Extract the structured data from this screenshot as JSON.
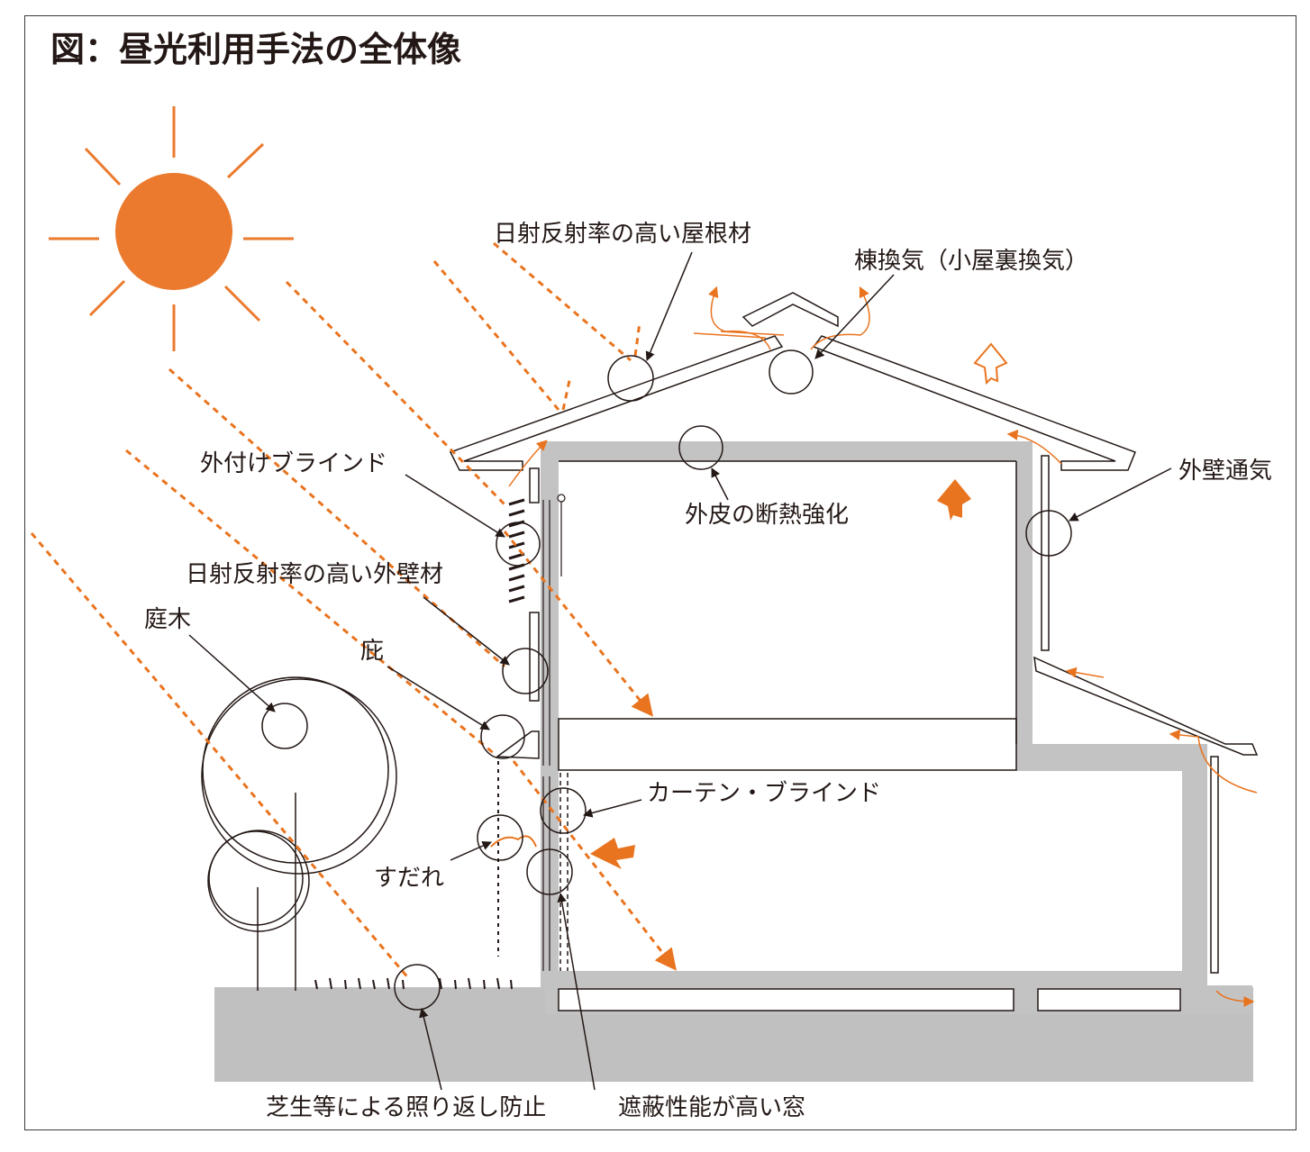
{
  "title": "図：昼光利用手法の全体像",
  "labels": {
    "roof_material": "日射反射率の高い屋根材",
    "ridge_vent": "棟換気（小屋裏換気）",
    "exterior_blind": "外付けブラインド",
    "envelope_insulation": "外皮の断熱強化",
    "wall_ventilation": "外壁通気",
    "wall_material": "日射反射率の高い外壁材",
    "garden_tree": "庭木",
    "eaves": "庇",
    "curtain_blind": "カーテン・ブラインド",
    "sudare": "すだれ",
    "lawn": "芝生等による照り返し防止",
    "shielding_window": "遮蔽性能が高い窓"
  },
  "colors": {
    "sun": "#eb7a2e",
    "sun_ray": "#e9741f",
    "line": "#231815",
    "structure": "#c3c3c3",
    "ground": "#c0c0c0"
  }
}
